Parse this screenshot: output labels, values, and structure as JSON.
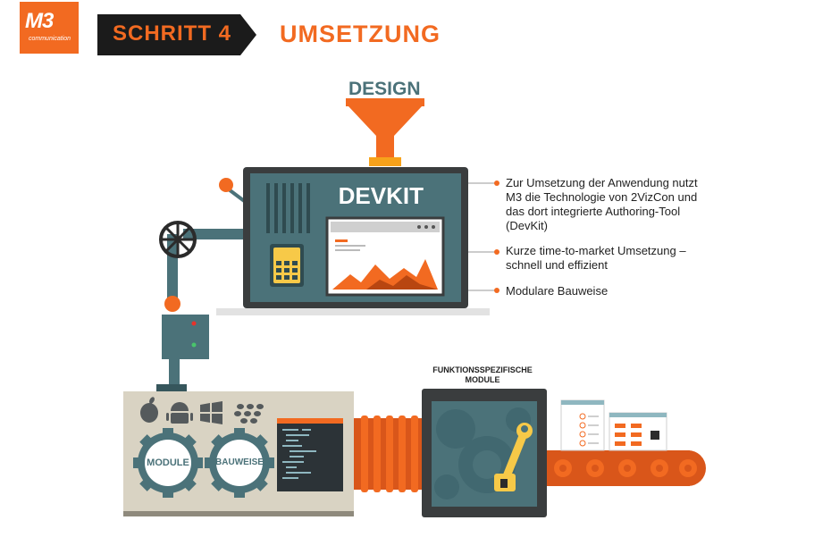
{
  "header": {
    "logo_text": "M3",
    "logo_subtext": "communication",
    "step_label": "SCHRITT 4",
    "title": "UMSETZUNG"
  },
  "machine": {
    "design_label": "DESIGN",
    "devkit_label": "DEVKIT",
    "gear_labels": [
      "MODULE",
      "BAUWEISE"
    ],
    "platform_icons": [
      "apple-icon",
      "android-icon",
      "windows-icon",
      "blackberry-icon"
    ],
    "module_box_label": "FUNKTIONSSPEZIFISCHE MODULE"
  },
  "bullets": [
    "Zur Umsetzung der Anwendung nutzt M3 die Technologie von 2VizCon und das dort integrierte Authoring-Tool (DevKit)",
    "Kurze time-to-market Umsetzung – schnell und effizient",
    "Modulare Bauweise"
  ],
  "colors": {
    "orange": "#f26a21",
    "teal": "#4b7279",
    "dark": "#3a3d3e",
    "beige": "#d9d3c3",
    "yellow": "#f7c948"
  }
}
